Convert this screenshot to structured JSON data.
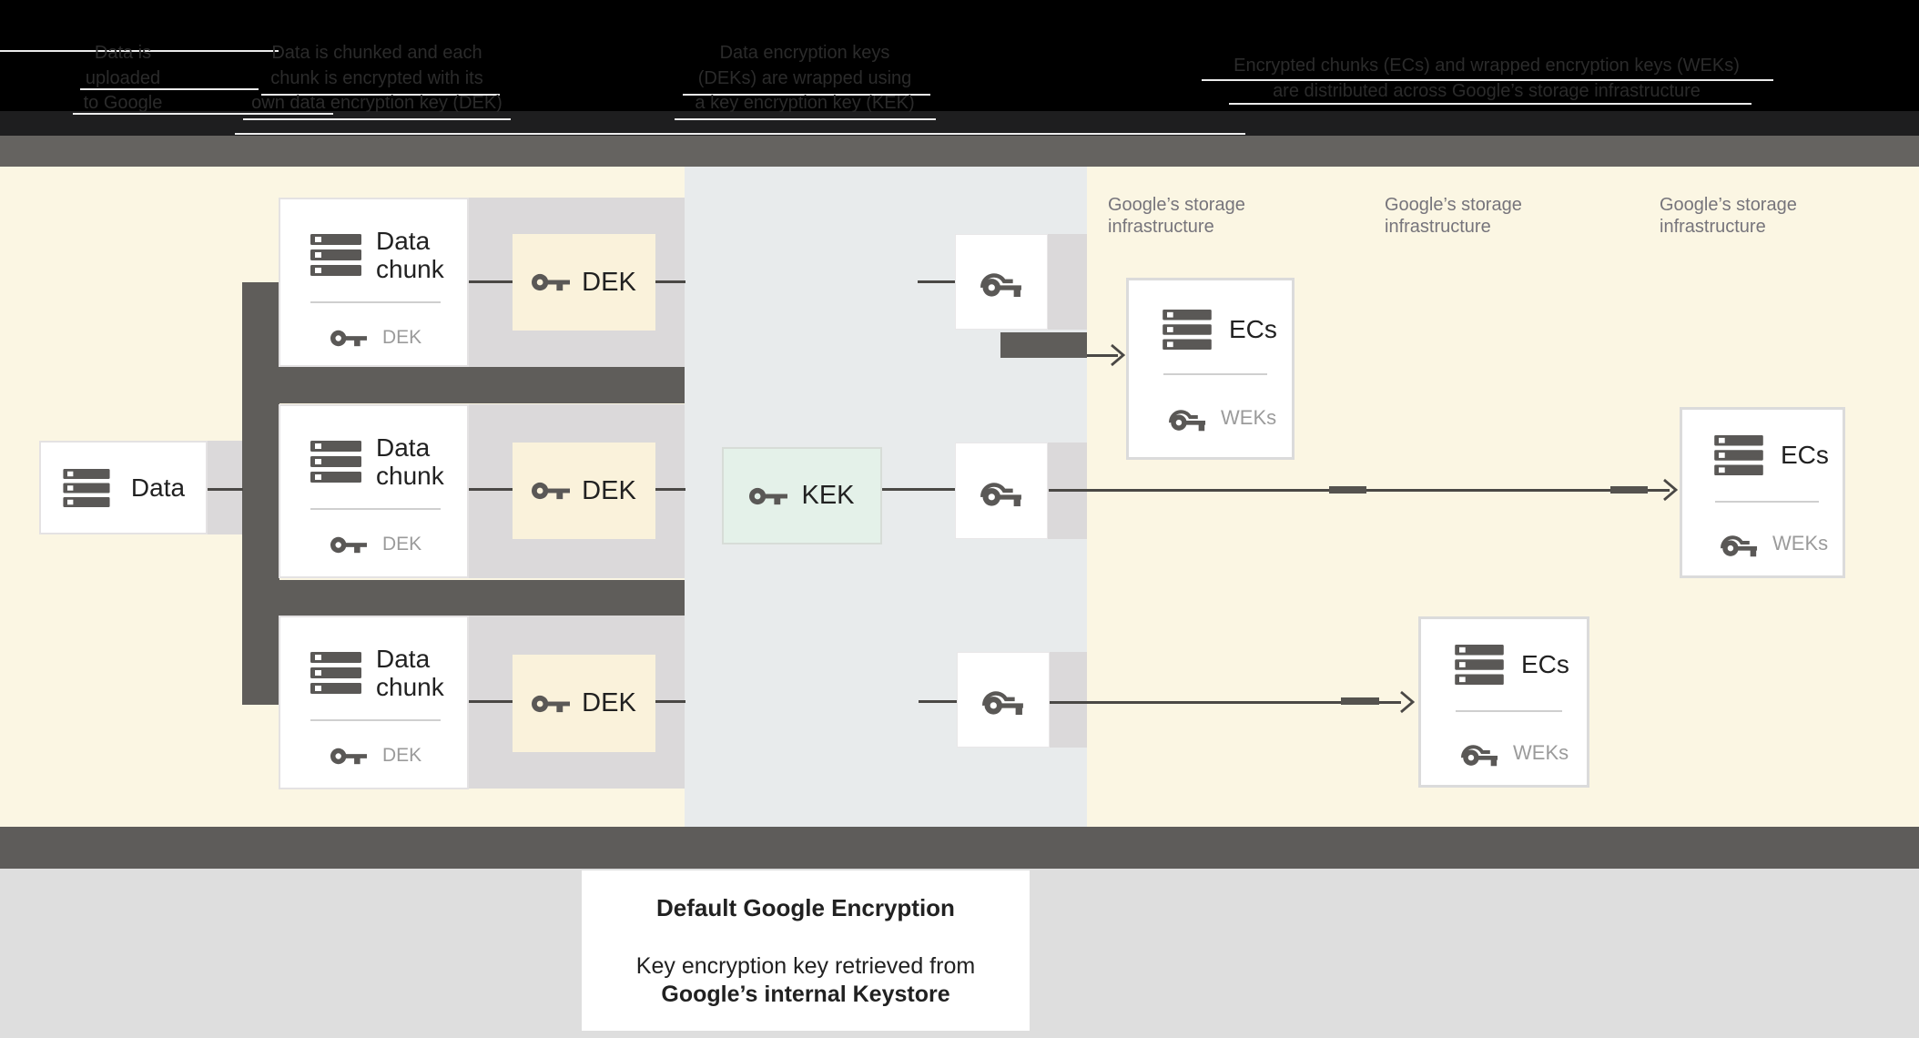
{
  "header": {
    "steps": [
      {
        "line1": "Data is",
        "line2": "uploaded",
        "line3": "to Google"
      },
      {
        "line1": "Data is chunked and each",
        "line2": "chunk is encrypted with its",
        "line3": "own data encryption key (DEK)"
      },
      {
        "line1": "Data encryption keys",
        "line2": "(DEKs) are wrapped using",
        "line3": "a key encryption key (KEK)"
      },
      {
        "line1": "Encrypted chunks (ECs) and wrapped encryption keys (WEKs)",
        "line2": "are distributed across Google’s storage infrastructure"
      }
    ]
  },
  "diagram": {
    "data_box": {
      "label": "Data"
    },
    "chunks": [
      {
        "title": "Data chunk",
        "key_label": "DEK"
      },
      {
        "title": "Data chunk",
        "key_label": "DEK"
      },
      {
        "title": "Data chunk",
        "key_label": "DEK"
      }
    ],
    "dek_labels": [
      "DEK",
      "DEK",
      "DEK"
    ],
    "kek_label": "KEK",
    "storage_labels": [
      {
        "line1": "Google’s storage",
        "line2": "infrastructure"
      },
      {
        "line1": "Google’s storage",
        "line2": "infrastructure"
      },
      {
        "line1": "Google’s storage",
        "line2": "infrastructure"
      }
    ],
    "ec_boxes": [
      {
        "title": "ECs",
        "key_label": "WEKs"
      },
      {
        "title": "ECs",
        "key_label": "WEKs"
      },
      {
        "title": "ECs",
        "key_label": "WEKs"
      }
    ]
  },
  "caption": {
    "title": "Default Google Encryption",
    "body_line1": "Key encryption key retrieved from",
    "body_line2": "Google’s internal Keystore"
  },
  "colors": {
    "cream_panel": "#fbf6e3",
    "middle_panel": "#e8ebec",
    "gray_band": "#dbd9da",
    "dark_pipe": "#5f5d5a",
    "dek_fill": "#faf2db",
    "kek_fill": "#e4f1e9",
    "connector": "#4a4845",
    "muted_text": "#9b9b9b",
    "storage_text": "#76747b"
  }
}
